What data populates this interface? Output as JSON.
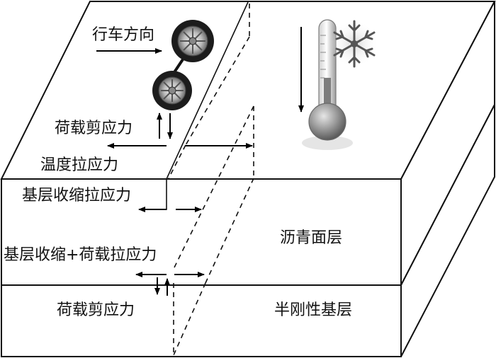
{
  "labels": {
    "driving_direction": "行车方向",
    "load_shear_top": "荷载剪应力",
    "temperature_tension": "温度拉应力",
    "base_shrink_tension": "基层收缩拉应力",
    "base_shrink_plus_load_tension": "基层收缩+荷载拉应力",
    "load_shear_bottom": "荷载剪应力",
    "asphalt_layer": "沥青面层",
    "semi_rigid_base": "半刚性基层"
  },
  "icons": {
    "tire": "tire-icon",
    "thermometer": "thermometer-icon",
    "snowflake": "snowflake-icon"
  }
}
